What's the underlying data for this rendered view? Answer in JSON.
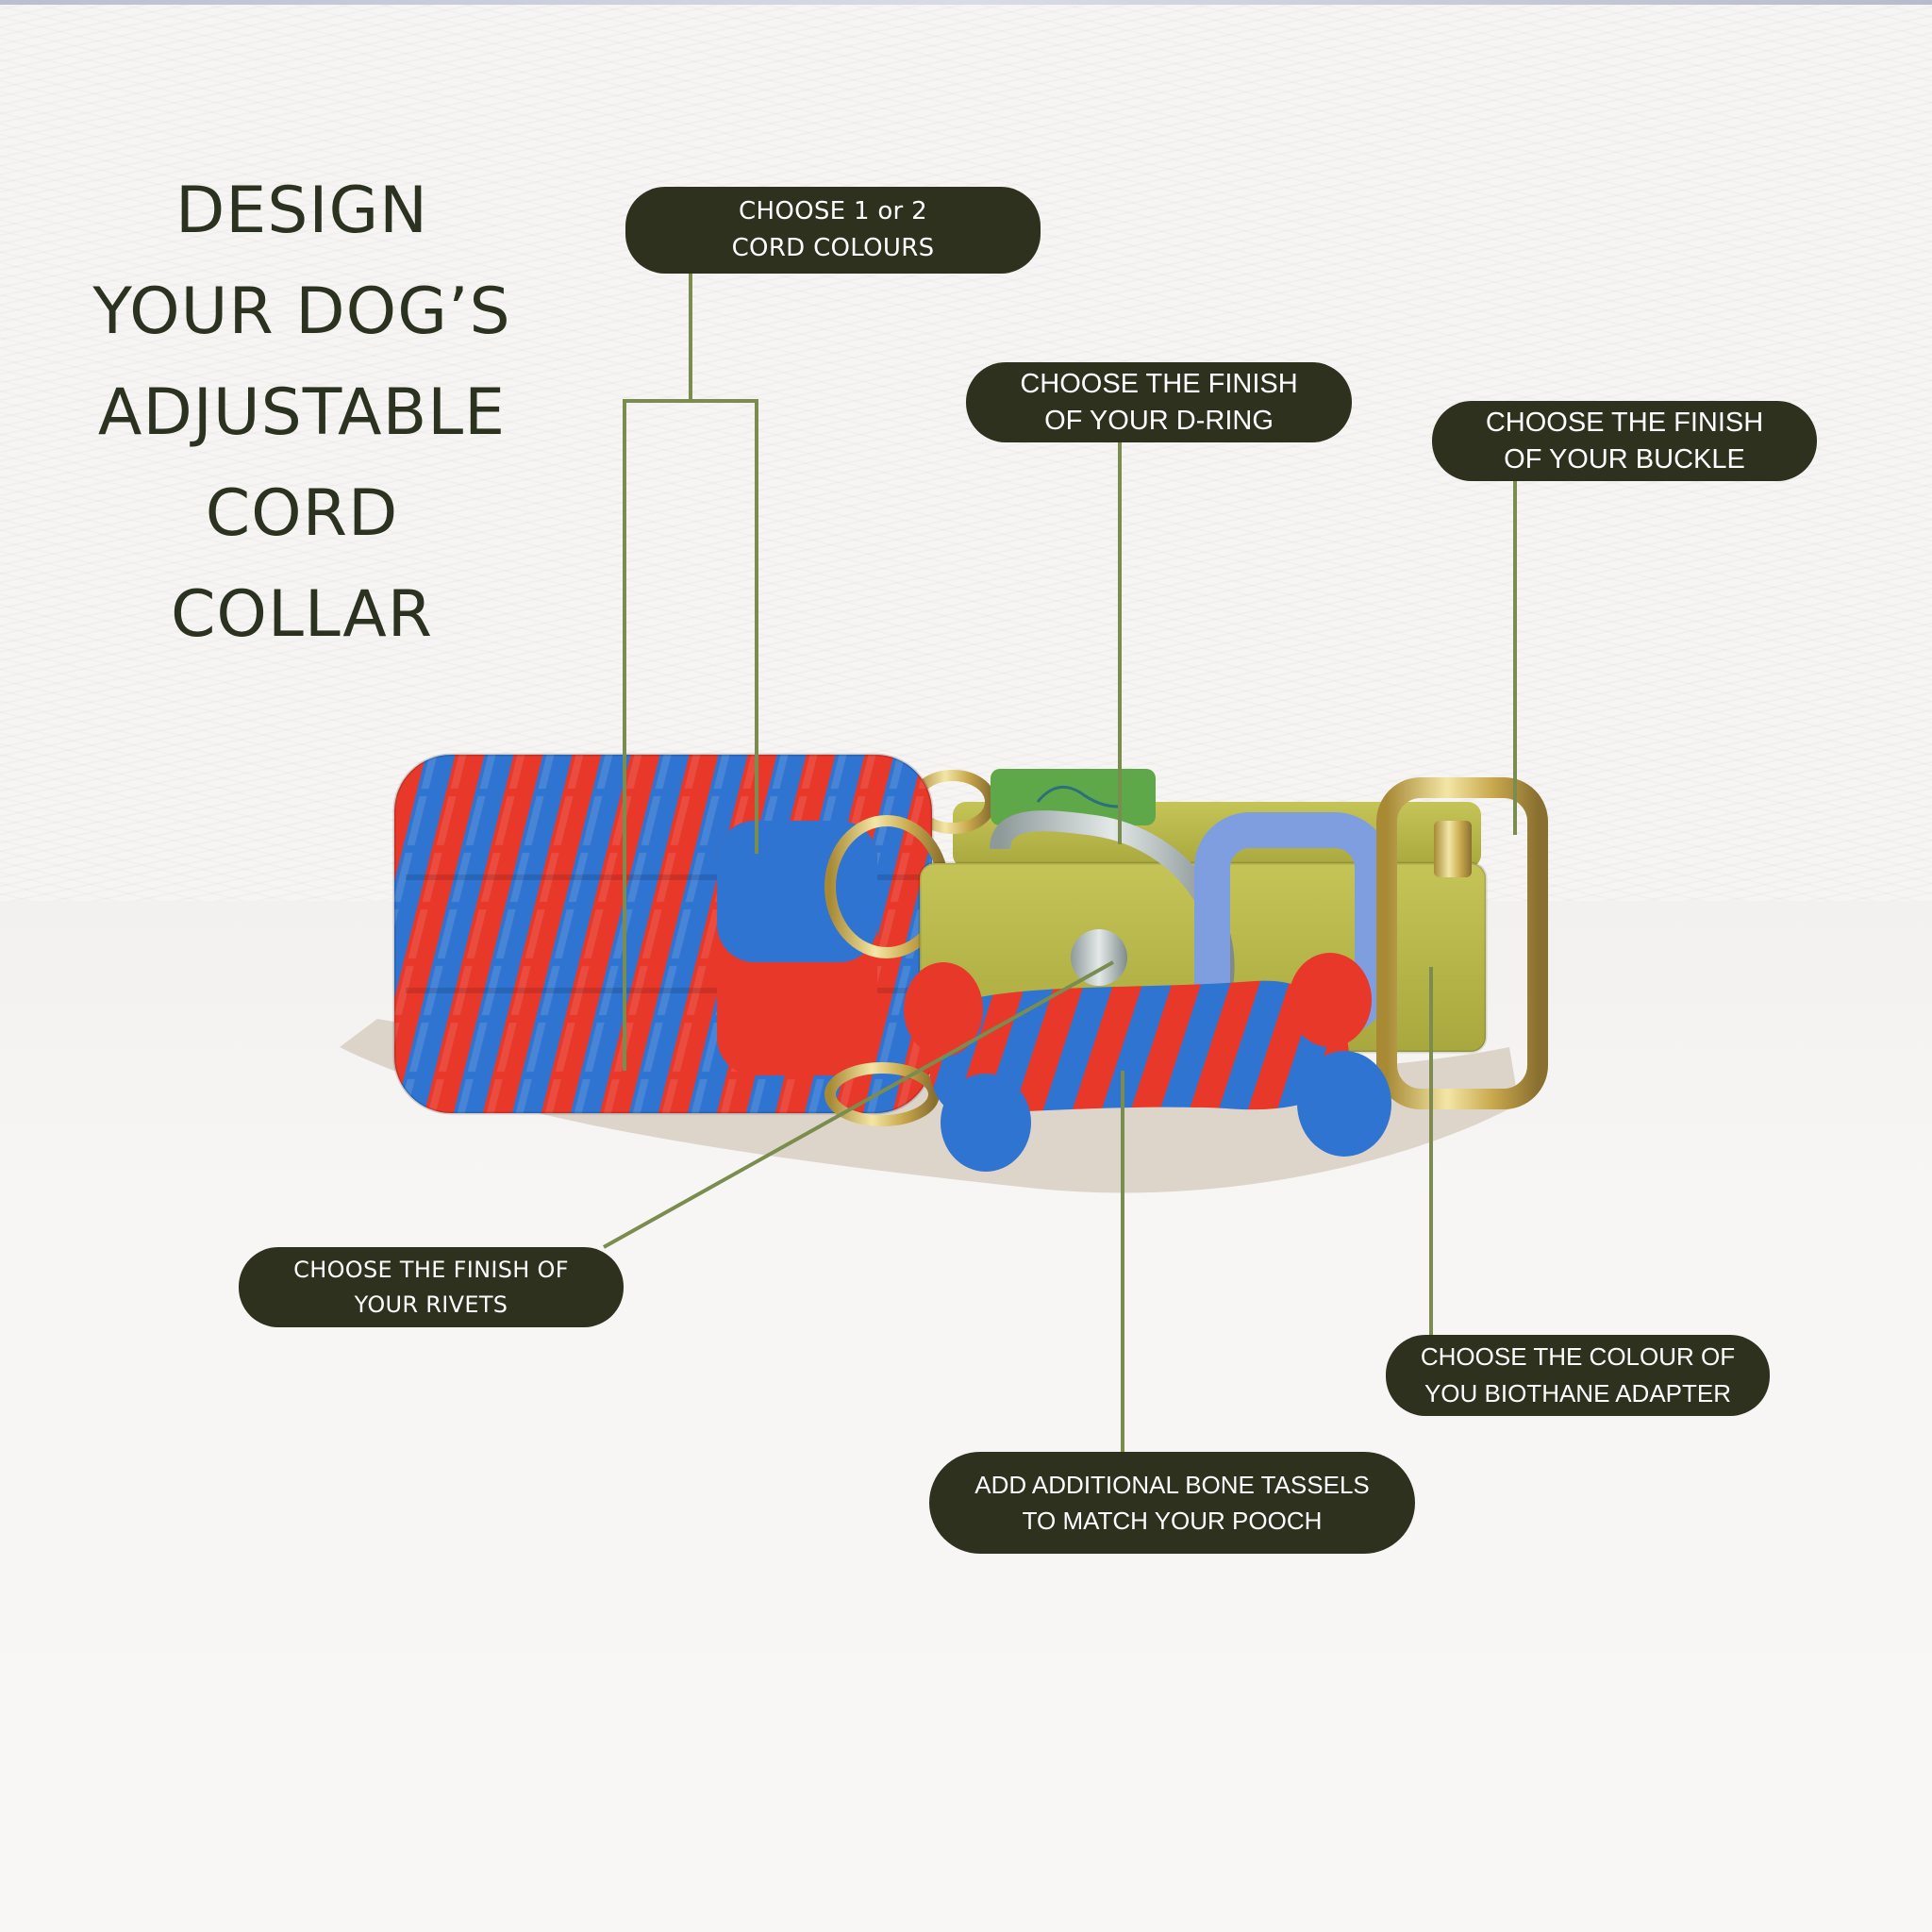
{
  "title": {
    "lines": [
      "DESIGN",
      "YOUR DOG’S",
      "ADJUSTABLE",
      "CORD",
      "COLLAR"
    ]
  },
  "callouts": {
    "cord_colours": {
      "line1": "CHOOSE 1 or 2",
      "line2": "CORD COLOURS"
    },
    "d_ring": {
      "line1": "CHOOSE THE FINISH",
      "line2": "OF YOUR D-RING"
    },
    "buckle": {
      "line1": "CHOOSE THE FINISH",
      "line2": "OF YOUR BUCKLE"
    },
    "rivets": {
      "line1": "CHOOSE THE FINISH OF",
      "line2": "YOUR RIVETS"
    },
    "biothane_adapter": {
      "line1": "CHOOSE THE COLOUR OF",
      "line2": "YOU BIOTHANE ADAPTER"
    },
    "bone_tassels": {
      "line1": "ADD ADDITIONAL BONE TASSELS",
      "line2": "TO MATCH YOUR POOCH"
    }
  },
  "colors": {
    "title_text": "#2c3220",
    "callout_bg": "#2d311e",
    "callout_text": "#ffffff",
    "connector_line": "#7a8c4e",
    "cord_red": "#e8382a",
    "cord_blue": "#2f74d0",
    "biothane_olive": "#b9b84a",
    "adapter_blue": "#7f9ee0",
    "tag_green": "#5fa84a",
    "hardware_gold": "#d8c27a",
    "background": "#f6f5f3"
  },
  "product_photo": {
    "subject": "paracord dog collar with red and blue weave, olive biothane strap, D-ring, buckle and bone tassel"
  }
}
